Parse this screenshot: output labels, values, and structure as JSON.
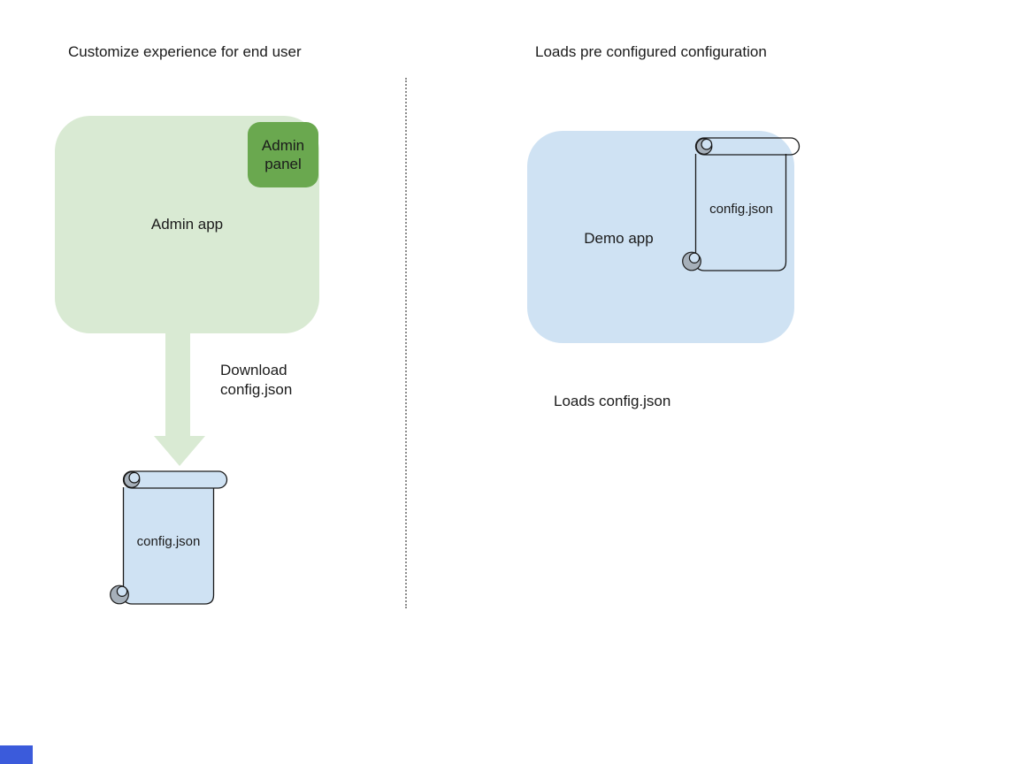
{
  "canvas": {
    "background": "#ffffff",
    "divider_color": "#8c8c8c"
  },
  "left": {
    "title": "Customize experience for end user",
    "admin_app": {
      "label": "Admin app",
      "fill": "#d9ead3"
    },
    "admin_panel": {
      "label": "Admin panel",
      "fill": "#6aa84f"
    },
    "arrow": {
      "label": "Download config.json",
      "fill": "#d9ead3",
      "direction": "down"
    },
    "config_scroll": {
      "label": "config.json",
      "fill": "#cfe2f3",
      "outline": "#1b1b1b"
    }
  },
  "right": {
    "title": "Loads pre configured configuration",
    "demo_app": {
      "label": "Demo app",
      "fill": "#cfe2f3"
    },
    "config_scroll": {
      "label": "config.json",
      "fill": "transparent",
      "outline": "#1b1b1b"
    },
    "caption": "Loads config.json"
  },
  "decorations": {
    "corner_rect_color": "#3b5bdb",
    "scroll_curl_color": "#a6b0ba"
  }
}
